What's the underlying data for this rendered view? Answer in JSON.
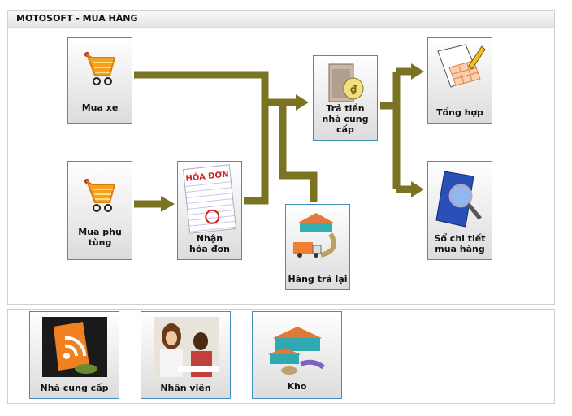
{
  "title": "MOTOSOFT - MUA HÀNG",
  "flow_color": "#7a7422",
  "tiles": {
    "mua_xe": "Mua xe",
    "mua_phu_tung": "Mua phụ tùng",
    "nhan_hoa_don": "Nhận hóa đơn",
    "hoa_don_icon_text": "HÓA ĐƠN",
    "tra_tien": "Trả tiền nhà cung cấp",
    "hang_tra_lai": "Hàng trả lại",
    "tong_hop": "Tổng hợp",
    "so_chi_tiet": "Sổ chi tiết mua hàng"
  },
  "bottom": {
    "nha_cung_cap": "Nhà cung cấp",
    "nhan_vien": "Nhân viên",
    "kho": "Kho"
  }
}
